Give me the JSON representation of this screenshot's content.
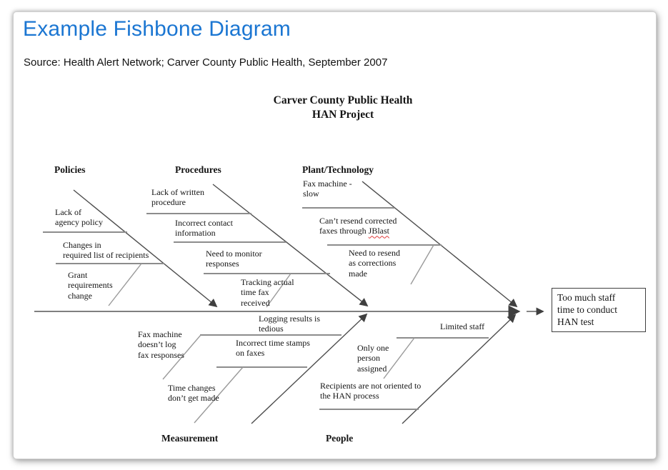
{
  "page": {
    "title": "Example Fishbone Diagram",
    "source_line": "Source: Health Alert Network; Carver County Public Health, September 2007"
  },
  "diagram": {
    "title_line1": "Carver County Public Health",
    "title_line2": "HAN Project",
    "effect": "Too much staff\ntime to conduct\nHAN test",
    "categories": [
      {
        "name": "Policies",
        "position": "top",
        "causes": [
          {
            "text": "Lack of\nagency policy"
          },
          {
            "text": "Changes in\nrequired list of recipients"
          },
          {
            "text": "Grant\nrequirements\nchange"
          }
        ]
      },
      {
        "name": "Procedures",
        "position": "top",
        "causes": [
          {
            "text": "Lack of written\nprocedure"
          },
          {
            "text": "Incorrect contact\ninformation"
          },
          {
            "text": "Need to monitor\nresponses"
          },
          {
            "text": "Tracking actual\ntime fax\nreceived"
          }
        ]
      },
      {
        "name": "Plant/Technology",
        "position": "top",
        "causes": [
          {
            "text": "Fax machine -\nslow"
          },
          {
            "text_before": "Can’t resend corrected\nfaxes through ",
            "misspelled": "JBlast"
          },
          {
            "text": "Need to resend\nas corrections\nmade"
          }
        ]
      },
      {
        "name": "Measurement",
        "position": "bottom",
        "causes": [
          {
            "text": "Fax machine\ndoesn’t log\nfax responses"
          },
          {
            "text": "Logging results is\ntedious"
          },
          {
            "text": "Incorrect time stamps\non faxes"
          },
          {
            "text": "Time changes\ndon’t get made"
          }
        ]
      },
      {
        "name": "People",
        "position": "bottom",
        "causes": [
          {
            "text": "Limited staff"
          },
          {
            "text": "Only one\nperson\nassigned"
          },
          {
            "text": "Recipients are not oriented to\nthe HAN process"
          }
        ]
      }
    ],
    "colors": {
      "title_blue": "#1b76d2",
      "bone_gray": "#4d4d4d",
      "rib_gray": "#8c8c8c",
      "spine_gray": "#7f7f7f",
      "misspell_red": "#e03a3a"
    }
  }
}
